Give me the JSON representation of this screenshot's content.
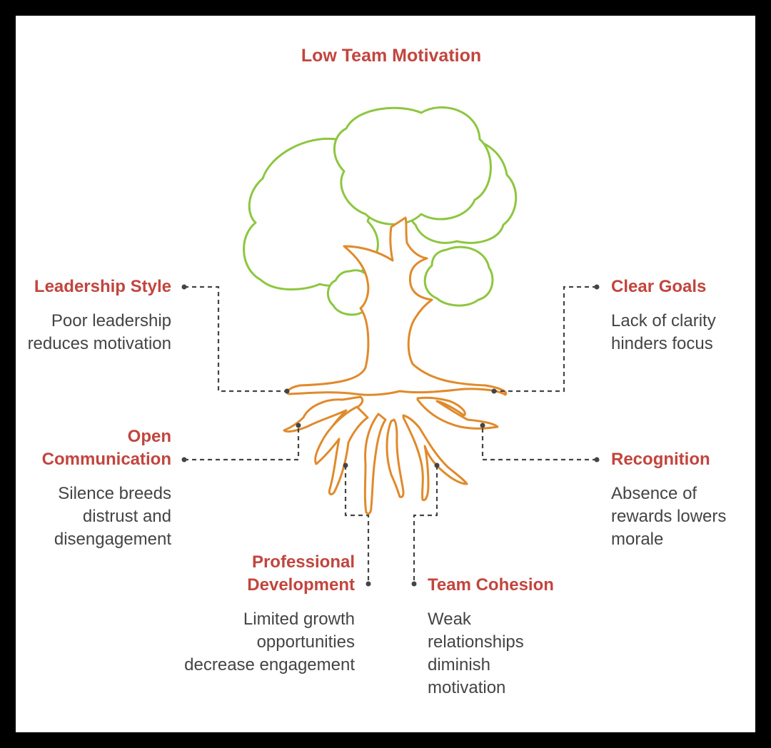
{
  "title": "Low Team Motivation",
  "colors": {
    "accent": "#c2453e",
    "text": "#444444",
    "foliage": "#8dc63f",
    "trunk": "#e08a2c",
    "connector": "#444444"
  },
  "factors": [
    {
      "label": "Leadership Style",
      "description": "Poor leadership reduces motivation"
    },
    {
      "label": "Open Communication",
      "description": "Silence breeds distrust and disengagement"
    },
    {
      "label": "Professional Development",
      "description": "Limited growth opportunities decrease engagement"
    },
    {
      "label": "Team Cohesion",
      "description": "Weak relationships diminish motivation"
    },
    {
      "label": "Recognition",
      "description": "Absence of rewards lowers morale"
    },
    {
      "label": "Clear Goals",
      "description": "Lack of clarity hinders focus"
    }
  ]
}
